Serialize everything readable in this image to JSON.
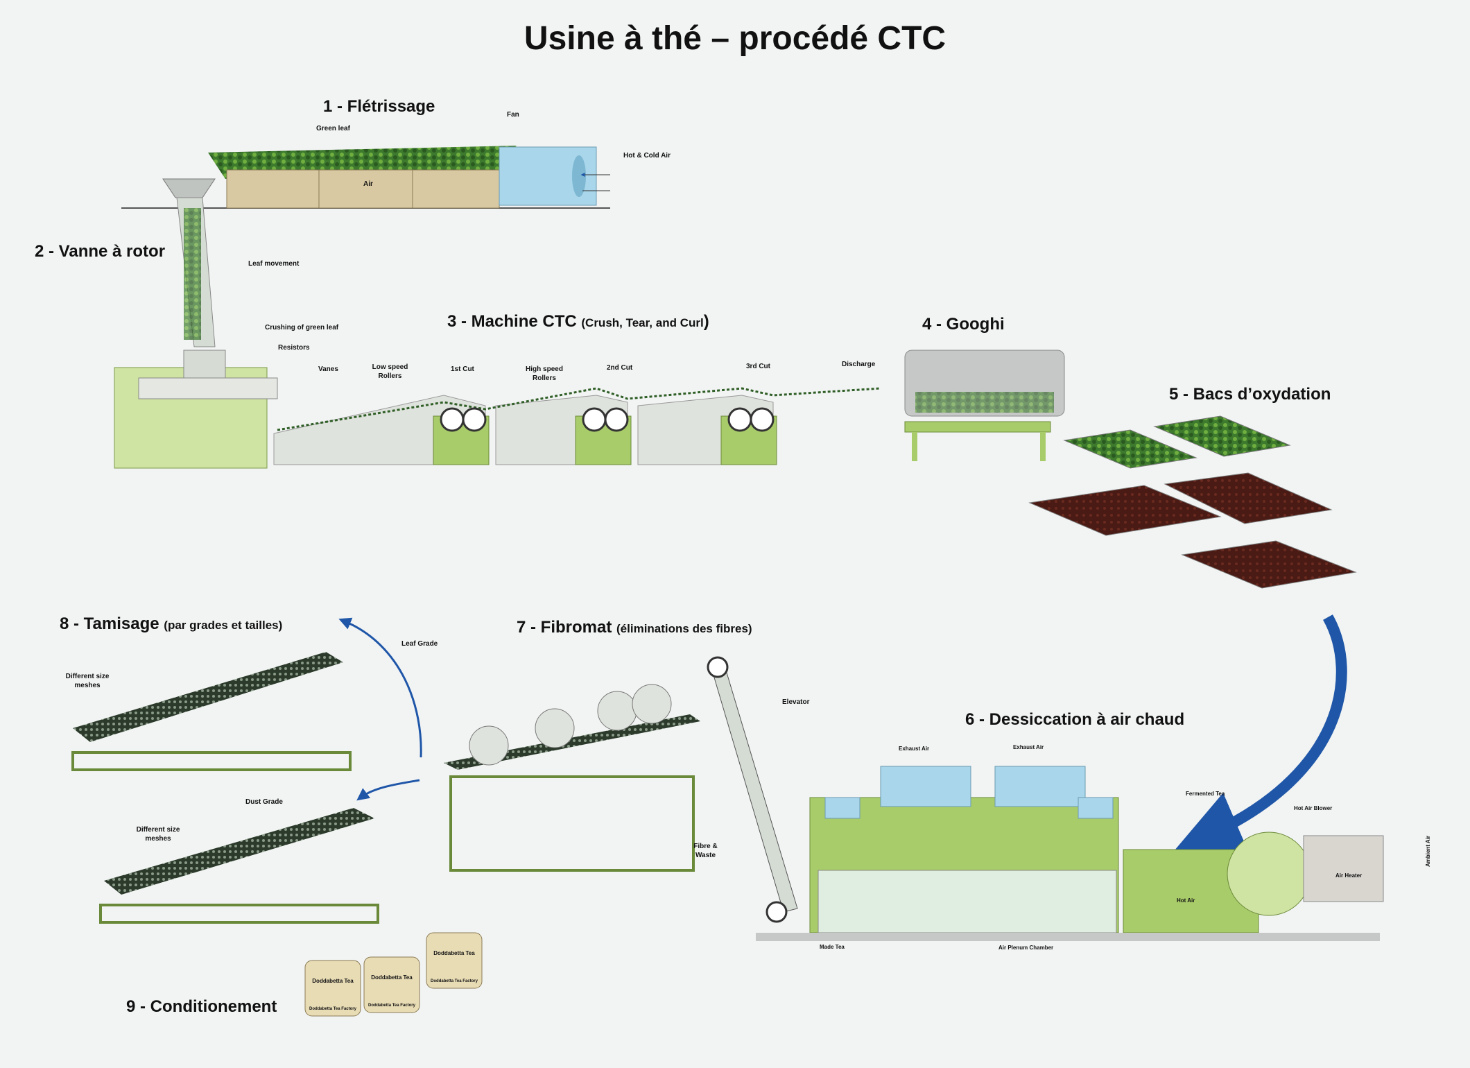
{
  "title": "Usine à thé – procédé CTC",
  "steps": {
    "s1": {
      "label": "1 - Flétrissage"
    },
    "s2": {
      "label": "2 - Vanne à rotor"
    },
    "s3": {
      "label": "3 - Machine CTC",
      "sub": "(Crush, Tear, and Curl",
      "close": ")"
    },
    "s4": {
      "label": "4 - Googhi"
    },
    "s5": {
      "label": "5 - Bacs d’oxydation"
    },
    "s6": {
      "label": "6 - Dessiccation à air chaud"
    },
    "s7": {
      "label": "7 - Fibromat",
      "sub": "(éliminations des fibres)"
    },
    "s8": {
      "label": "8 - Tamisage",
      "sub": "(par grades et tailles)"
    },
    "s9": {
      "label": "9 - Conditionement"
    }
  },
  "annotations": {
    "green_leaf": "Green leaf",
    "fan": "Fan",
    "hot_cold_air": "Hot & Cold Air",
    "air": "Air",
    "leaf_movement": "Leaf movement",
    "crushing": "Crushing of green leaf",
    "resistors": "Resistors",
    "vanes": "Vanes",
    "low_speed": "Low speed Rollers",
    "cut1": "1st Cut",
    "high_speed": "High speed Rollers",
    "cut2": "2nd Cut",
    "cut3": "3rd Cut",
    "discharge": "Discharge",
    "leaf_grade": "Leaf Grade",
    "diff_mesh_1": "Different size meshes",
    "dust_grade": "Dust Grade",
    "diff_mesh_2": "Different size meshes",
    "elevator": "Elevator",
    "fibre_waste": "Fibre & Waste",
    "exhaust_1": "Exhaust Air",
    "exhaust_2": "Exhaust Air",
    "fermented": "Fermented Tea",
    "hot_air_blower": "Hot Air Blower",
    "air_heater": "Air Heater",
    "ambient_air": "Ambient Air",
    "hot_air": "Hot Air",
    "made_tea": "Made Tea",
    "plenum": "Air Plenum Chamber",
    "bag_text": "Doddabetta Tea",
    "bag_factory": "Doddabetta Tea Factory"
  },
  "colors": {
    "machine_green": "#a9cc6a",
    "machine_light": "#cfe3a2",
    "leaf_dark": "#2f5e26",
    "oxidized": "#4a1a14",
    "air_blue": "#a9d6ea",
    "flow_arrow": "#1f56a8",
    "grey_steel": "#c5c8c6"
  }
}
